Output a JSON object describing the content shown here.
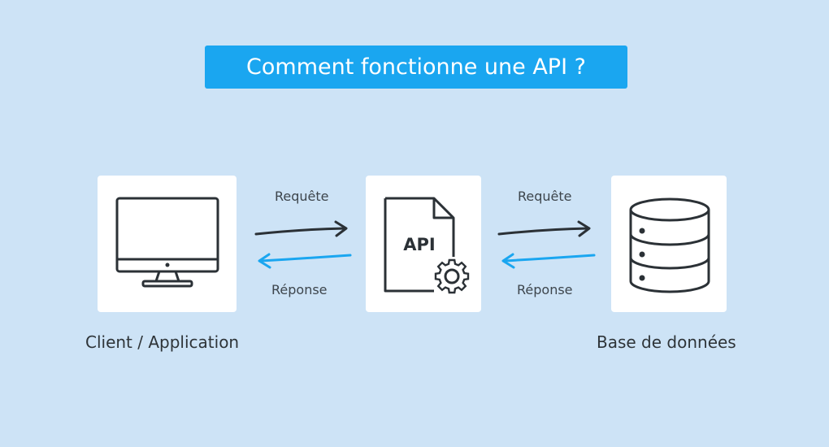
{
  "title": "Comment fonctionne une API ?",
  "nodes": {
    "client": {
      "label": "Client / Application",
      "icon": "monitor-icon"
    },
    "api": {
      "icon_text": "API",
      "icon": "api-document-gear-icon"
    },
    "database": {
      "label": "Base de données",
      "icon": "database-icon"
    }
  },
  "links": {
    "left": {
      "request": "Requête",
      "response": "Réponse"
    },
    "right": {
      "request": "Requête",
      "response": "Réponse"
    }
  },
  "colors": {
    "background": "#cde3f6",
    "accent": "#1aa6f0",
    "request_arrow": "#2b3136",
    "response_arrow": "#1aa6f0"
  }
}
